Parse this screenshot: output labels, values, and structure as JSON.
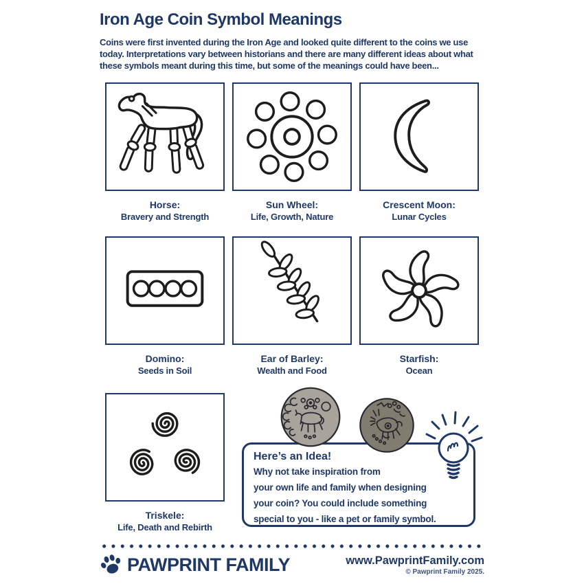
{
  "page": {
    "title": "Iron Age Coin Symbol Meanings",
    "intro": "Coins were first invented during the Iron Age and looked quite different to the coins we use today. Interpretations vary between historians and there are many different ideas about what these symbols meant during this time, but some of the meanings could have been..."
  },
  "colors": {
    "navy": "#1f3866",
    "symbol_ink": "#1d1d1b",
    "coin_light_fill": "#a8a39b",
    "coin_dark_fill": "#807c6f"
  },
  "symbols": [
    {
      "icon": "horse-icon",
      "name": "Horse:",
      "meaning": "Bravery and Strength"
    },
    {
      "icon": "sun-wheel-icon",
      "name": "Sun Wheel:",
      "meaning": "Life, Growth, Nature"
    },
    {
      "icon": "crescent-moon-icon",
      "name": "Crescent Moon:",
      "meaning": "Lunar Cycles"
    },
    {
      "icon": "domino-icon",
      "name": "Domino:",
      "meaning": "Seeds in Soil"
    },
    {
      "icon": "ear-of-barley-icon",
      "name": "Ear of Barley:",
      "meaning": "Wealth and Food"
    },
    {
      "icon": "starfish-icon",
      "name": "Starfish:",
      "meaning": "Ocean"
    },
    {
      "icon": "triskele-icon",
      "name": "Triskele:",
      "meaning": "Life, Death and Rebirth"
    }
  ],
  "idea": {
    "heading": "Here’s an Idea!",
    "lines": [
      "Why not take inspiration from",
      "your own life and family when designing",
      "your coin? You could include something",
      "special to you - like a pet or family symbol."
    ]
  },
  "decorations": {
    "coin_left": "iron-age-coin-horse-photo",
    "coin_right": "iron-age-coin-boar-photo",
    "lightbulb": "lightbulb-idea-icon",
    "paw": "paw-print-icon",
    "divider": "dotted-line"
  },
  "footer": {
    "brand": "PAWPRINT FAMILY",
    "website": "www.PawprintFamily.com",
    "copyright": "© Pawprint Family 2025."
  }
}
